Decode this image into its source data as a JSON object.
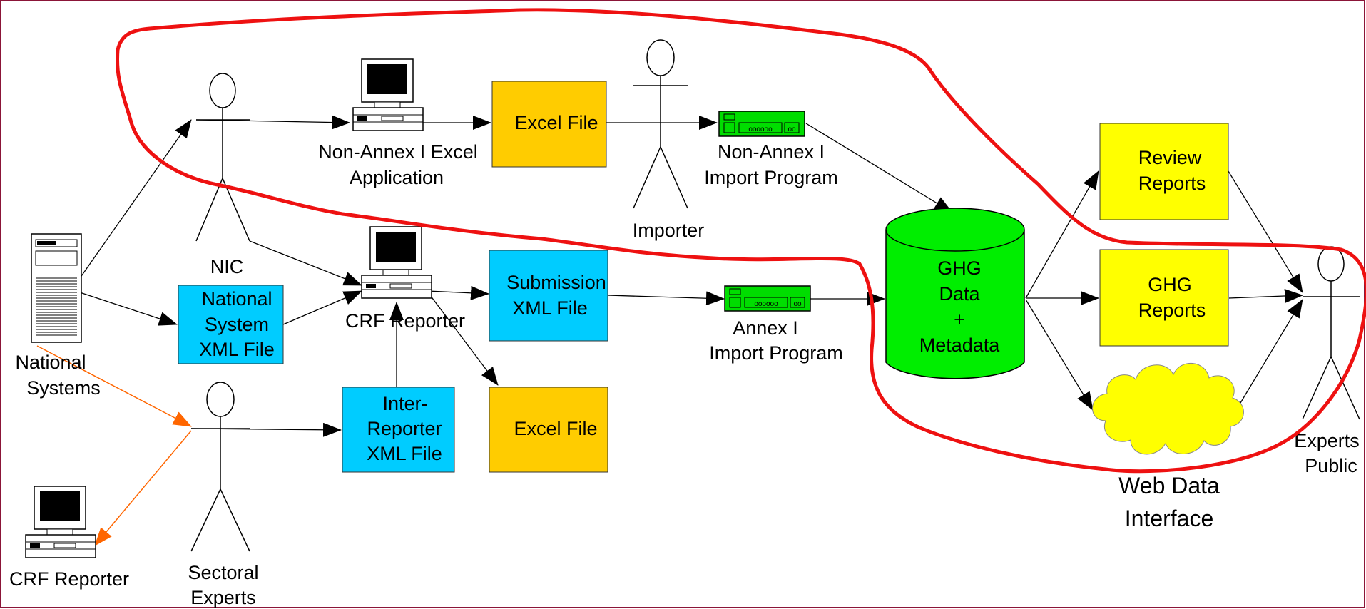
{
  "actors": {
    "nic": "NIC",
    "importer": "Importer",
    "sectoral_experts": [
      "Sectoral",
      "Experts"
    ],
    "experts_public": [
      "Experts",
      "Public"
    ]
  },
  "computers": {
    "non_annex_app": [
      "Non-Annex I Excel",
      "Application"
    ],
    "crf_reporter_main": "CRF Reporter",
    "crf_reporter_bottom": "CRF Reporter"
  },
  "server": {
    "national_systems": [
      "National",
      "Systems"
    ]
  },
  "files": {
    "excel_top": "Excel File",
    "national_system_xml": [
      "National",
      "System",
      "XML File"
    ],
    "submission_xml": [
      "Submission",
      "XML File"
    ],
    "excel_bottom": "Excel File",
    "inter_reporter_xml": [
      "Inter-",
      "Reporter",
      "XML File"
    ]
  },
  "programs": {
    "non_annex_import": [
      "Non-Annex I",
      "Import Program"
    ],
    "annex_import": [
      "Annex I",
      "Import Program"
    ]
  },
  "database": [
    "GHG",
    "Data",
    "+",
    "Metadata"
  ],
  "reports": {
    "review": [
      "Review",
      "Reports"
    ],
    "ghg": [
      "GHG",
      "Reports"
    ]
  },
  "web_interface": [
    "Web Data",
    "Interface"
  ],
  "colors": {
    "excel": "#ffcc00",
    "xml": "#00ccff",
    "report": "#ffff00",
    "database": "#00ee00",
    "program": "#00dd00",
    "boundary": "#ee1111",
    "orange_arrow": "#ff6600",
    "frame": "#8b1538"
  }
}
